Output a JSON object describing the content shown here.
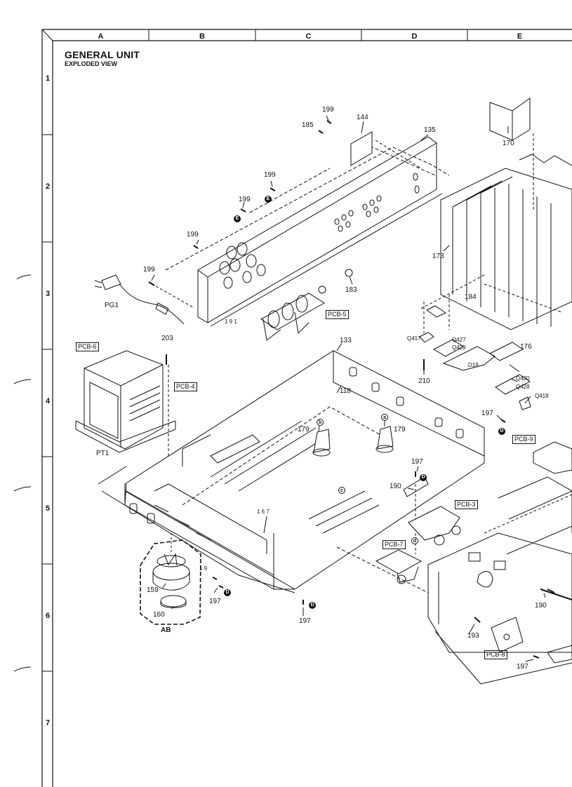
{
  "columns": [
    "A",
    "B",
    "C",
    "D",
    "E"
  ],
  "rows": [
    "1",
    "2",
    "3",
    "4",
    "5",
    "6",
    "7"
  ],
  "title": "GENERAL UNIT",
  "subtitle": "EXPLODED VIEW",
  "parts": {
    "p199a": "199",
    "p144": "144",
    "p185": "185",
    "p135": "135",
    "p170": "170",
    "p199b": "199",
    "p199c": "199",
    "p199d": "199",
    "p199e": "199",
    "p173": "173",
    "p183": "183",
    "p184": "184",
    "pPG1": "PG1",
    "p191": "1 9 1",
    "pPCB5": "PCB-5",
    "p203": "203",
    "pPCB6": "PCB-6",
    "pPCB4": "PCB-4",
    "p133": "133",
    "pQ417": "Q417",
    "pQ427": "Q427",
    "pQ429": "Q429",
    "p176": "176",
    "pD19": "D19",
    "p210": "210",
    "pQ430": "Q430",
    "pQ428": "Q428",
    "pQ418": "Q418",
    "p118": "118",
    "pPT1": "PT1",
    "p179a": "179",
    "p179b": "179",
    "p197a": "197",
    "pPCB9": "PCB-9",
    "p197b": "197",
    "p190a": "190",
    "pPCB3": "PCB-3",
    "p167": "1 6 7",
    "pPCB7": "PCB-7",
    "p19": "1 9",
    "p159": "159",
    "p197c": "197",
    "p160": "160",
    "p197d": "197",
    "p190b": "190",
    "p193": "193",
    "pPCB8": "PCB-8",
    "p197e": "197",
    "pAB": "AB"
  },
  "markers": {
    "a": "a",
    "b": "b",
    "c": "c",
    "d": "d",
    "D": "D",
    "E": "E"
  }
}
